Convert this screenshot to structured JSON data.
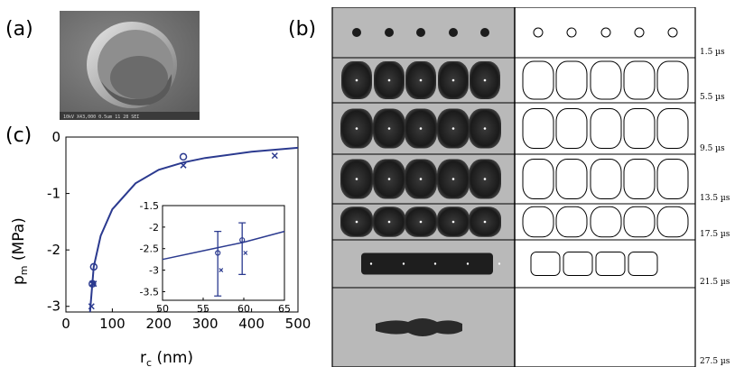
{
  "panels": {
    "a": "(a)",
    "b": "(b)",
    "c": "(c)"
  },
  "sem_caption": "10kV  X43,000  0.5um     11 28 SEI",
  "times": [
    "1.5 µs",
    "5.5 µs",
    "9.5 µs",
    "13.5 µs",
    "17.5 µs",
    "21.5 µs",
    "27.5 µs"
  ],
  "chart_data": [
    {
      "type": "scatter",
      "xlabel_main": "r",
      "xlabel_sub": "c",
      "xlabel_unit": " (nm)",
      "ylabel_main": "p",
      "ylabel_sub": "m",
      "ylabel_unit": " (MPa)",
      "xlim": [
        0,
        500
      ],
      "ylim": [
        -3.1,
        0
      ],
      "xticks": [
        "0",
        "100",
        "200",
        "300",
        "400",
        "500"
      ],
      "yticks": [
        "0",
        "-1",
        "-2",
        "-3"
      ],
      "series": [
        {
          "marker": "o",
          "x": [
            57,
            60,
            253
          ],
          "y": [
            -2.6,
            -2.3,
            -0.35
          ]
        },
        {
          "marker": "x",
          "x": [
            55,
            57,
            60,
            253,
            450
          ],
          "y": [
            -3.0,
            -2.6,
            -2.6,
            -0.5,
            -0.33
          ]
        }
      ],
      "curve": {
        "x": [
          52,
          60,
          75,
          100,
          150,
          200,
          253,
          300,
          400,
          500
        ],
        "y": [
          -3.1,
          -2.3,
          -1.75,
          -1.28,
          -0.82,
          -0.58,
          -0.45,
          -0.37,
          -0.26,
          -0.19
        ]
      },
      "color": "#2b3a8f"
    },
    {
      "type": "scatter",
      "xlim": [
        50,
        65
      ],
      "ylim": [
        -3.7,
        -1.5
      ],
      "xticks": [
        "50",
        "55",
        "60",
        "65"
      ],
      "yticks": [
        "-1.5",
        "-2",
        "-2.5",
        "-3",
        "-3.5"
      ],
      "points": [
        {
          "marker": "o",
          "x": 56.8,
          "y": -2.6,
          "err_lo": -3.6,
          "err_hi": -2.1
        },
        {
          "marker": "x",
          "x": 57.2,
          "y": -3.0
        },
        {
          "marker": "o",
          "x": 59.8,
          "y": -2.3,
          "err_lo": -3.1,
          "err_hi": -1.9
        },
        {
          "marker": "x",
          "x": 60.2,
          "y": -2.6
        }
      ],
      "curve": {
        "x": [
          50,
          55,
          60,
          65
        ],
        "y": [
          -2.75,
          -2.55,
          -2.35,
          -2.1
        ]
      }
    }
  ]
}
